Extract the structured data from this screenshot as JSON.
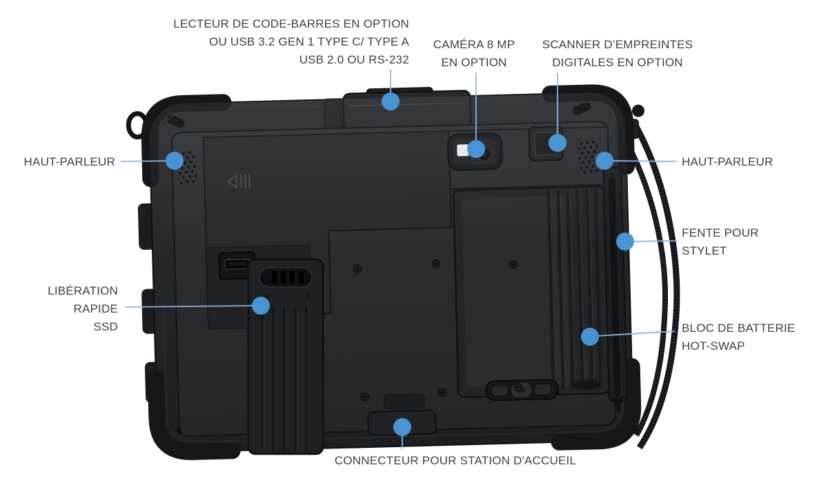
{
  "diagram": {
    "subject": "rugged-tablet-back-view",
    "labels": {
      "barcode": {
        "text": "LECTEUR DE CODE-BARRES EN OPTION\nOU USB 3.2 GEN 1 TYPE C/ TYPE A\nUSB 2.0 OU RS-232"
      },
      "camera": {
        "text": "CAMÉRA 8 MP\nEN OPTION"
      },
      "fingerprint": {
        "text": "SCANNER D’EMPREINTES\nDIGITALES EN OPTION"
      },
      "speaker_left": {
        "text": "HAUT-PARLEUR"
      },
      "speaker_right": {
        "text": "HAUT-PARLEUR"
      },
      "stylus": {
        "text": "FENTE POUR\nSTYLET"
      },
      "battery": {
        "text": "BLOC DE BATTERIE\nHOT-SWAP"
      },
      "ssd": {
        "text": "LIBÉRATION\nRAPIDE\nSSD"
      },
      "dock": {
        "text": "CONNECTEUR POUR STATION D'ACCUEIL"
      }
    },
    "style": {
      "accent_dot_color": "#4b94d3",
      "leader_line_color": "#8fb4e0",
      "label_text_color": "#3f3f3f",
      "background_color": "#ffffff"
    }
  }
}
